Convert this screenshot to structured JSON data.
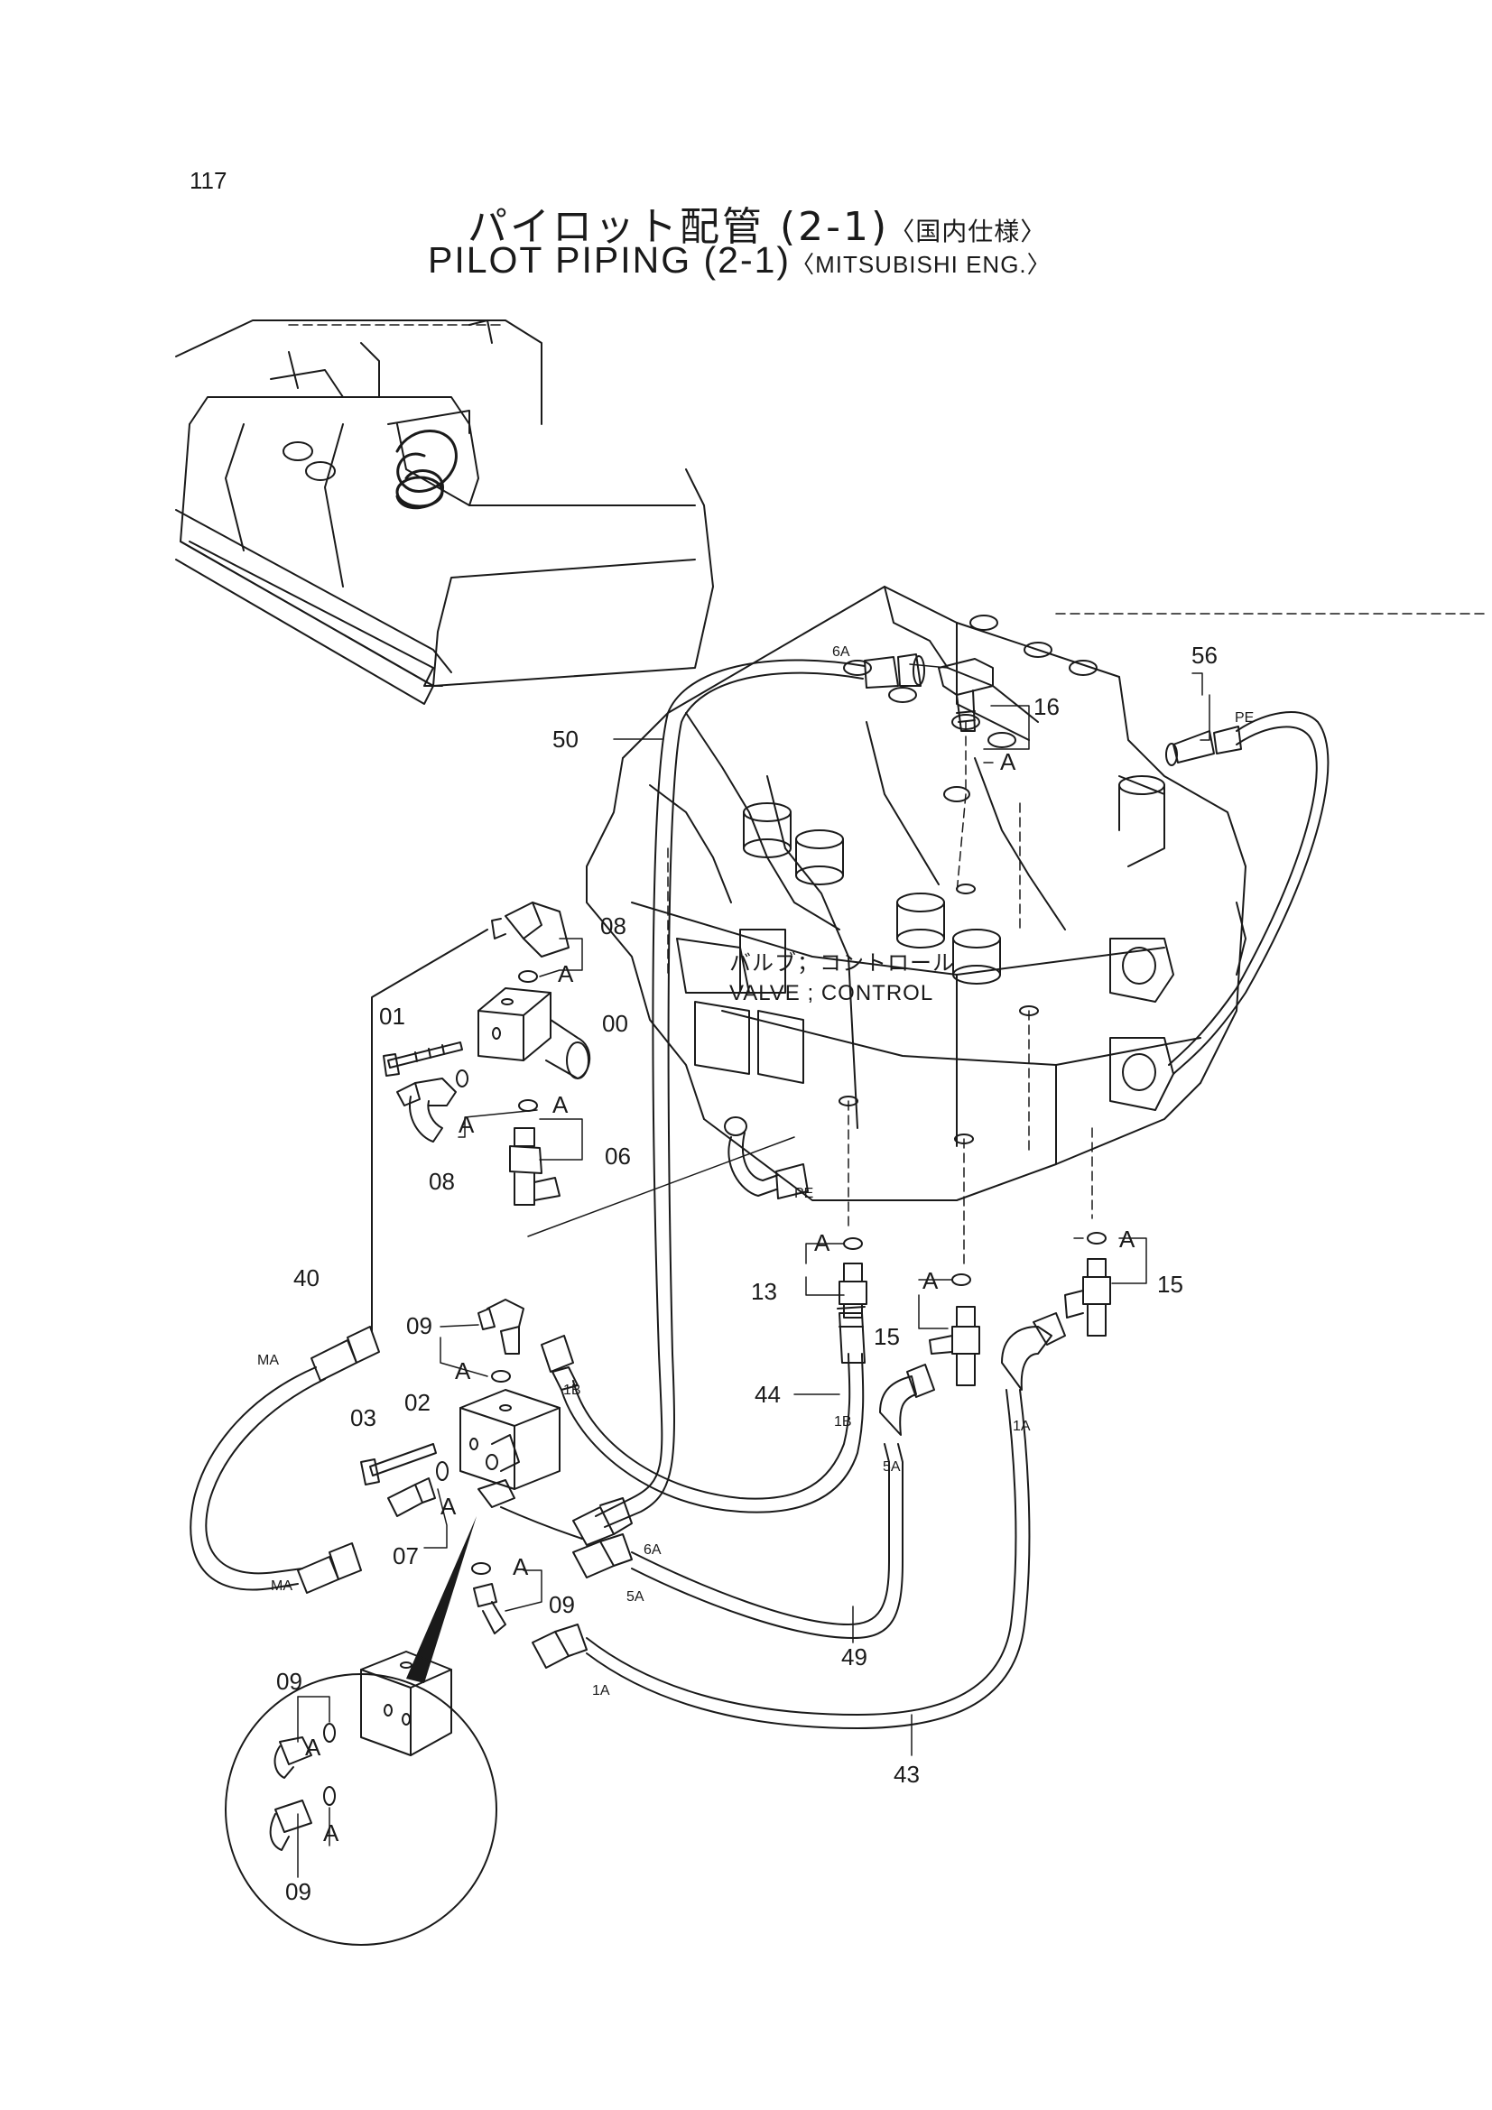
{
  "page_number": "117",
  "title": {
    "jp": "パイロット配管 (2-1)",
    "jp_sub": "〈国内仕様〉",
    "en": "PILOT PIPING (2-1)",
    "en_sub": "〈MITSUBISHI ENG.〉"
  },
  "callouts": {
    "c56": "56",
    "c16": "16",
    "c50": "50",
    "c08a": "08",
    "c01": "01",
    "c00": "00",
    "c06": "06",
    "c08b": "08",
    "c40": "40",
    "c13": "13",
    "c15a": "15",
    "c15b": "15",
    "c09a": "09",
    "c02": "02",
    "c03": "03",
    "c07": "07",
    "c44": "44",
    "c09b": "09",
    "c49": "49",
    "c43": "43",
    "c09c": "09",
    "c09d": "09"
  },
  "port_labels": {
    "pe1": "PE",
    "pe2": "PE",
    "p6a1": "6A",
    "p6a2": "6A",
    "p1b1": "1B",
    "p1b2": "1B",
    "p5a1": "5A",
    "p5a2": "5A",
    "p1a1": "1A",
    "p1a2": "1A",
    "ma1": "MA",
    "ma2": "MA"
  },
  "a_label": "A",
  "valve_label": {
    "jp": "バルブ；コントロール",
    "en": "VALVE ; CONTROL"
  }
}
